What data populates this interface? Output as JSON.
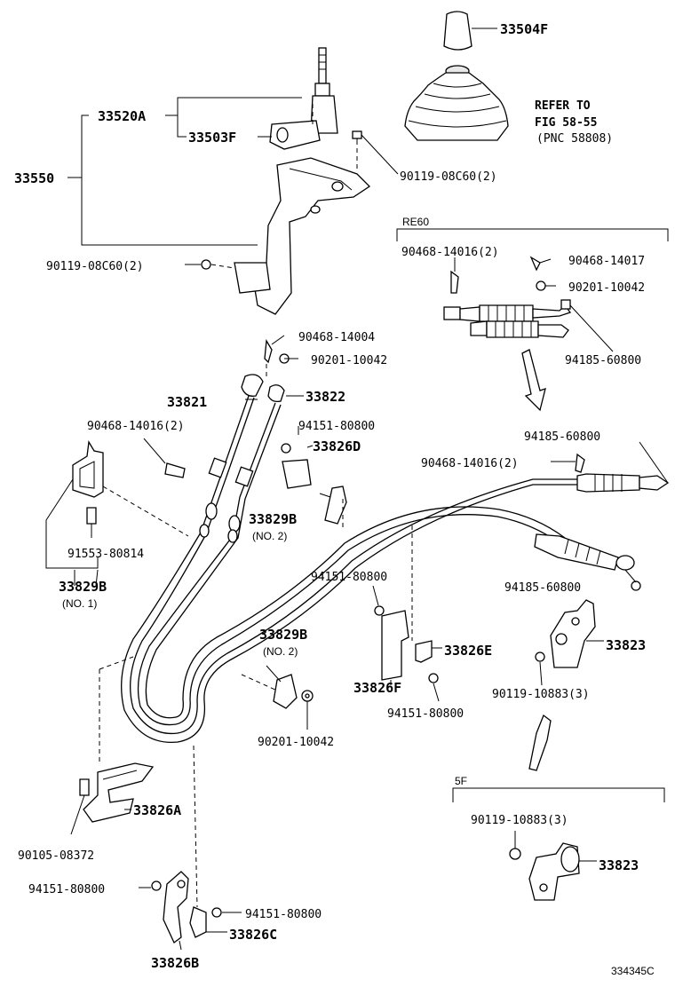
{
  "labels": {
    "p33504F": "33504F",
    "refer1": "REFER TO",
    "refer2": "FIG 58-55",
    "refer3": "(PNC 58808)",
    "p33520A": "33520A",
    "p33503F": "33503F",
    "p33550": "33550",
    "p90119_08C60_a": "90119-08C60(2)",
    "p90119_08C60_b": "90119-08C60(2)",
    "re60": "RE60",
    "p90468_14016_a": "90468-14016(2)",
    "p90468_14017": "90468-14017",
    "p90201_10042_a": "90201-10042",
    "p94185_60800_a": "94185-60800",
    "p90468_14004": "90468-14004",
    "p90201_10042_b": "90201-10042",
    "p33821": "33821",
    "p33822": "33822",
    "p90468_14016_b": "90468-14016(2)",
    "p94151_80800_a": "94151-80800",
    "p33826D": "33826D",
    "p94185_60800_b": "94185-60800",
    "p90468_14016_c": "90468-14016(2)",
    "p33829B_a": "33829B",
    "no2_a": "(NO. 2)",
    "p91553_80814": "91553-80814",
    "p33829B_b": "33829B",
    "no1": "(NO. 1)",
    "p94151_80800_b": "94151-80800",
    "p94185_60800_c": "94185-60800",
    "p33829B_c": "33829B",
    "no2_b": "(NO. 2)",
    "p33826E": "33826E",
    "p33823_a": "33823",
    "p33826F": "33826F",
    "p94151_80800_c": "94151-80800",
    "p90119_10883_a": "90119-10883(3)",
    "p90201_10042_c": "90201-10042",
    "sf": "5F",
    "p33826A": "33826A",
    "p90119_10883_b": "90119-10883(3)",
    "p90105_08372": "90105-08372",
    "p33823_b": "33823",
    "p94151_80800_d": "94151-80800",
    "p94151_80800_e": "94151-80800",
    "p33826C": "33826C",
    "p33826B": "33826B",
    "figno": "334345C"
  }
}
